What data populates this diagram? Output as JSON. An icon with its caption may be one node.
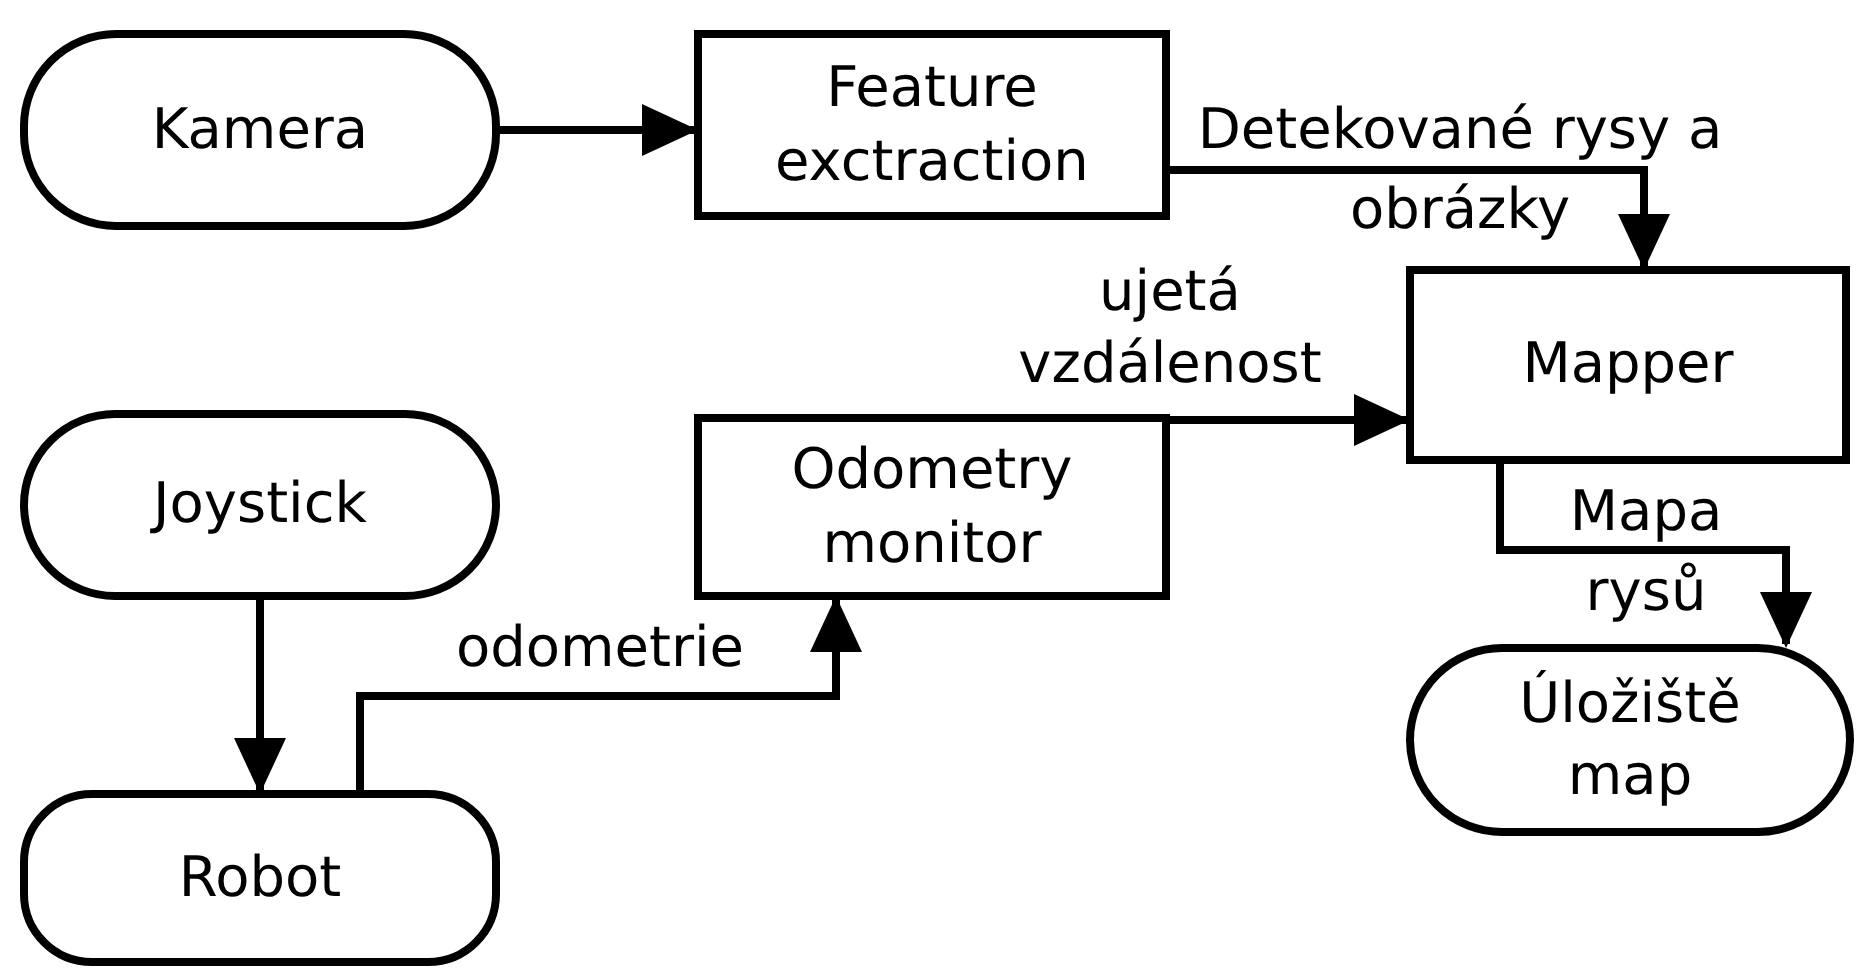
{
  "diagram": {
    "nodes": [
      {
        "text": [
          "Kamera"
        ]
      },
      {
        "text": [
          "Feature exctraction"
        ]
      },
      {
        "text": [
          "Joystick"
        ]
      },
      {
        "text": [
          "Odometry monitor"
        ]
      },
      {
        "text": [
          "Mapper"
        ]
      },
      {
        "text": [
          "Úložiště map"
        ]
      },
      {
        "text": [
          "Robot"
        ]
      }
    ],
    "edges": [
      {
        "from": 0,
        "to": 1,
        "arrow": "to"
      },
      {
        "from": 1,
        "to": 4,
        "arrow": "to",
        "label": "Detekované rysy a obrázky"
      },
      {
        "from": 3,
        "to": 4,
        "arrow": "to",
        "label": "ujetá vzdálenost"
      },
      {
        "from": 2,
        "to": 6,
        "arrow": "to"
      },
      {
        "from": 6,
        "to": 3,
        "arrow": "to",
        "label": "odometrie"
      },
      {
        "from": 4,
        "to": 5,
        "arrow": "to",
        "label": "Mapa rysů"
      }
    ]
  }
}
